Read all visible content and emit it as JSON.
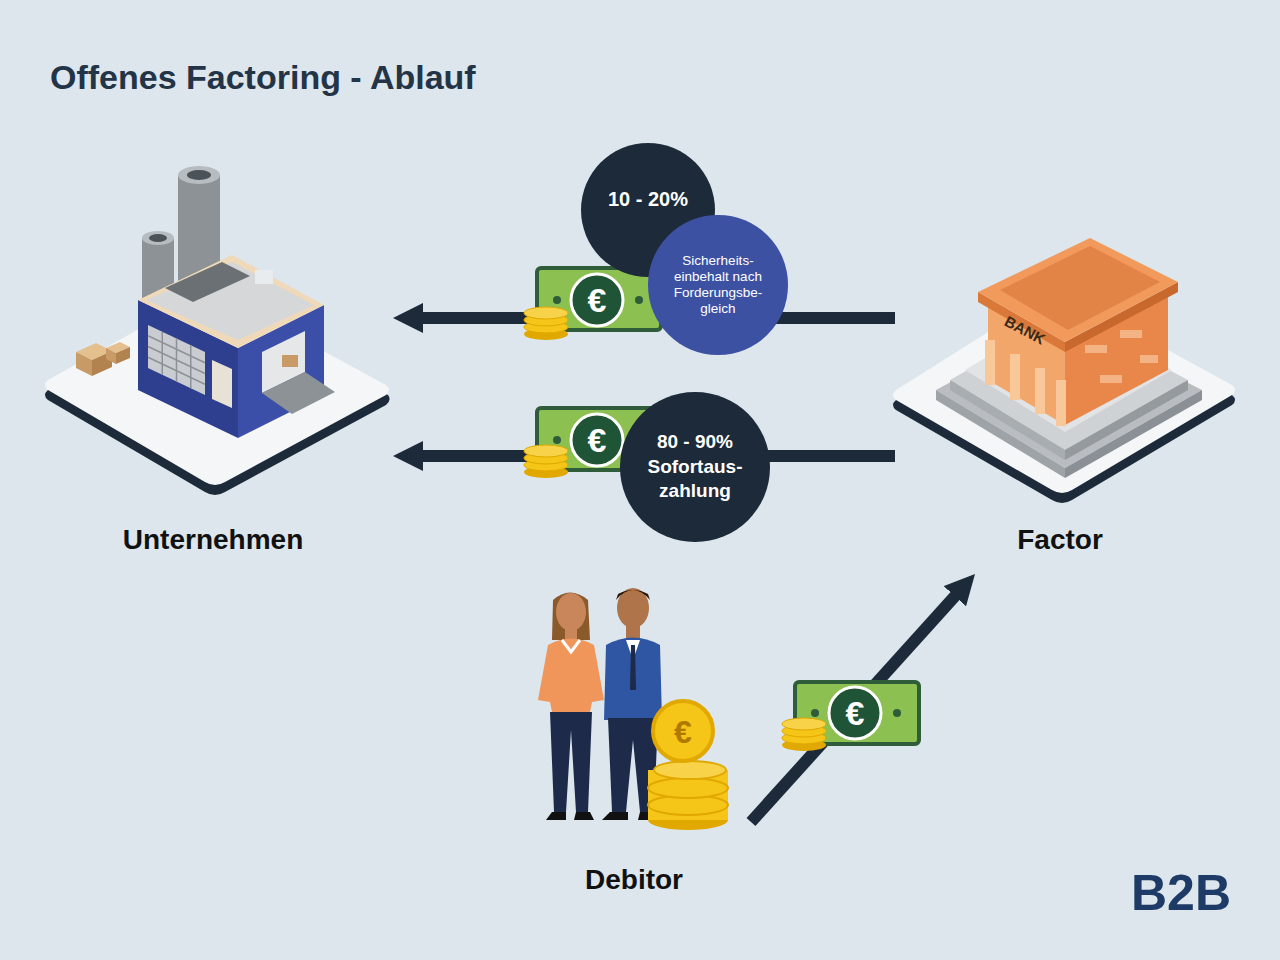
{
  "diagram": {
    "title": "Offenes Factoring - Ablauf",
    "nodes": [
      {
        "text": [
          "Unternehmen"
        ]
      },
      {
        "text": [
          "10 - 20%"
        ]
      },
      {
        "text": [
          "Sicherheits- einbehalt nach Forderungsbe- gleich"
        ]
      },
      {
        "text": [
          "80 - 90%",
          "Sofortaus- zahlung"
        ]
      },
      {
        "text": [
          "Factor"
        ]
      },
      {
        "text": [
          "Debitor"
        ]
      }
    ],
    "edges": [
      {
        "from": 4,
        "to": 0,
        "arrow": "to"
      },
      {
        "from": 4,
        "to": 0,
        "arrow": "to"
      },
      {
        "from": 5,
        "to": 4,
        "arrow": "to"
      }
    ],
    "labels": [
      "€",
      "€",
      "BANK",
      "€",
      "€",
      "B2B"
    ]
  }
}
